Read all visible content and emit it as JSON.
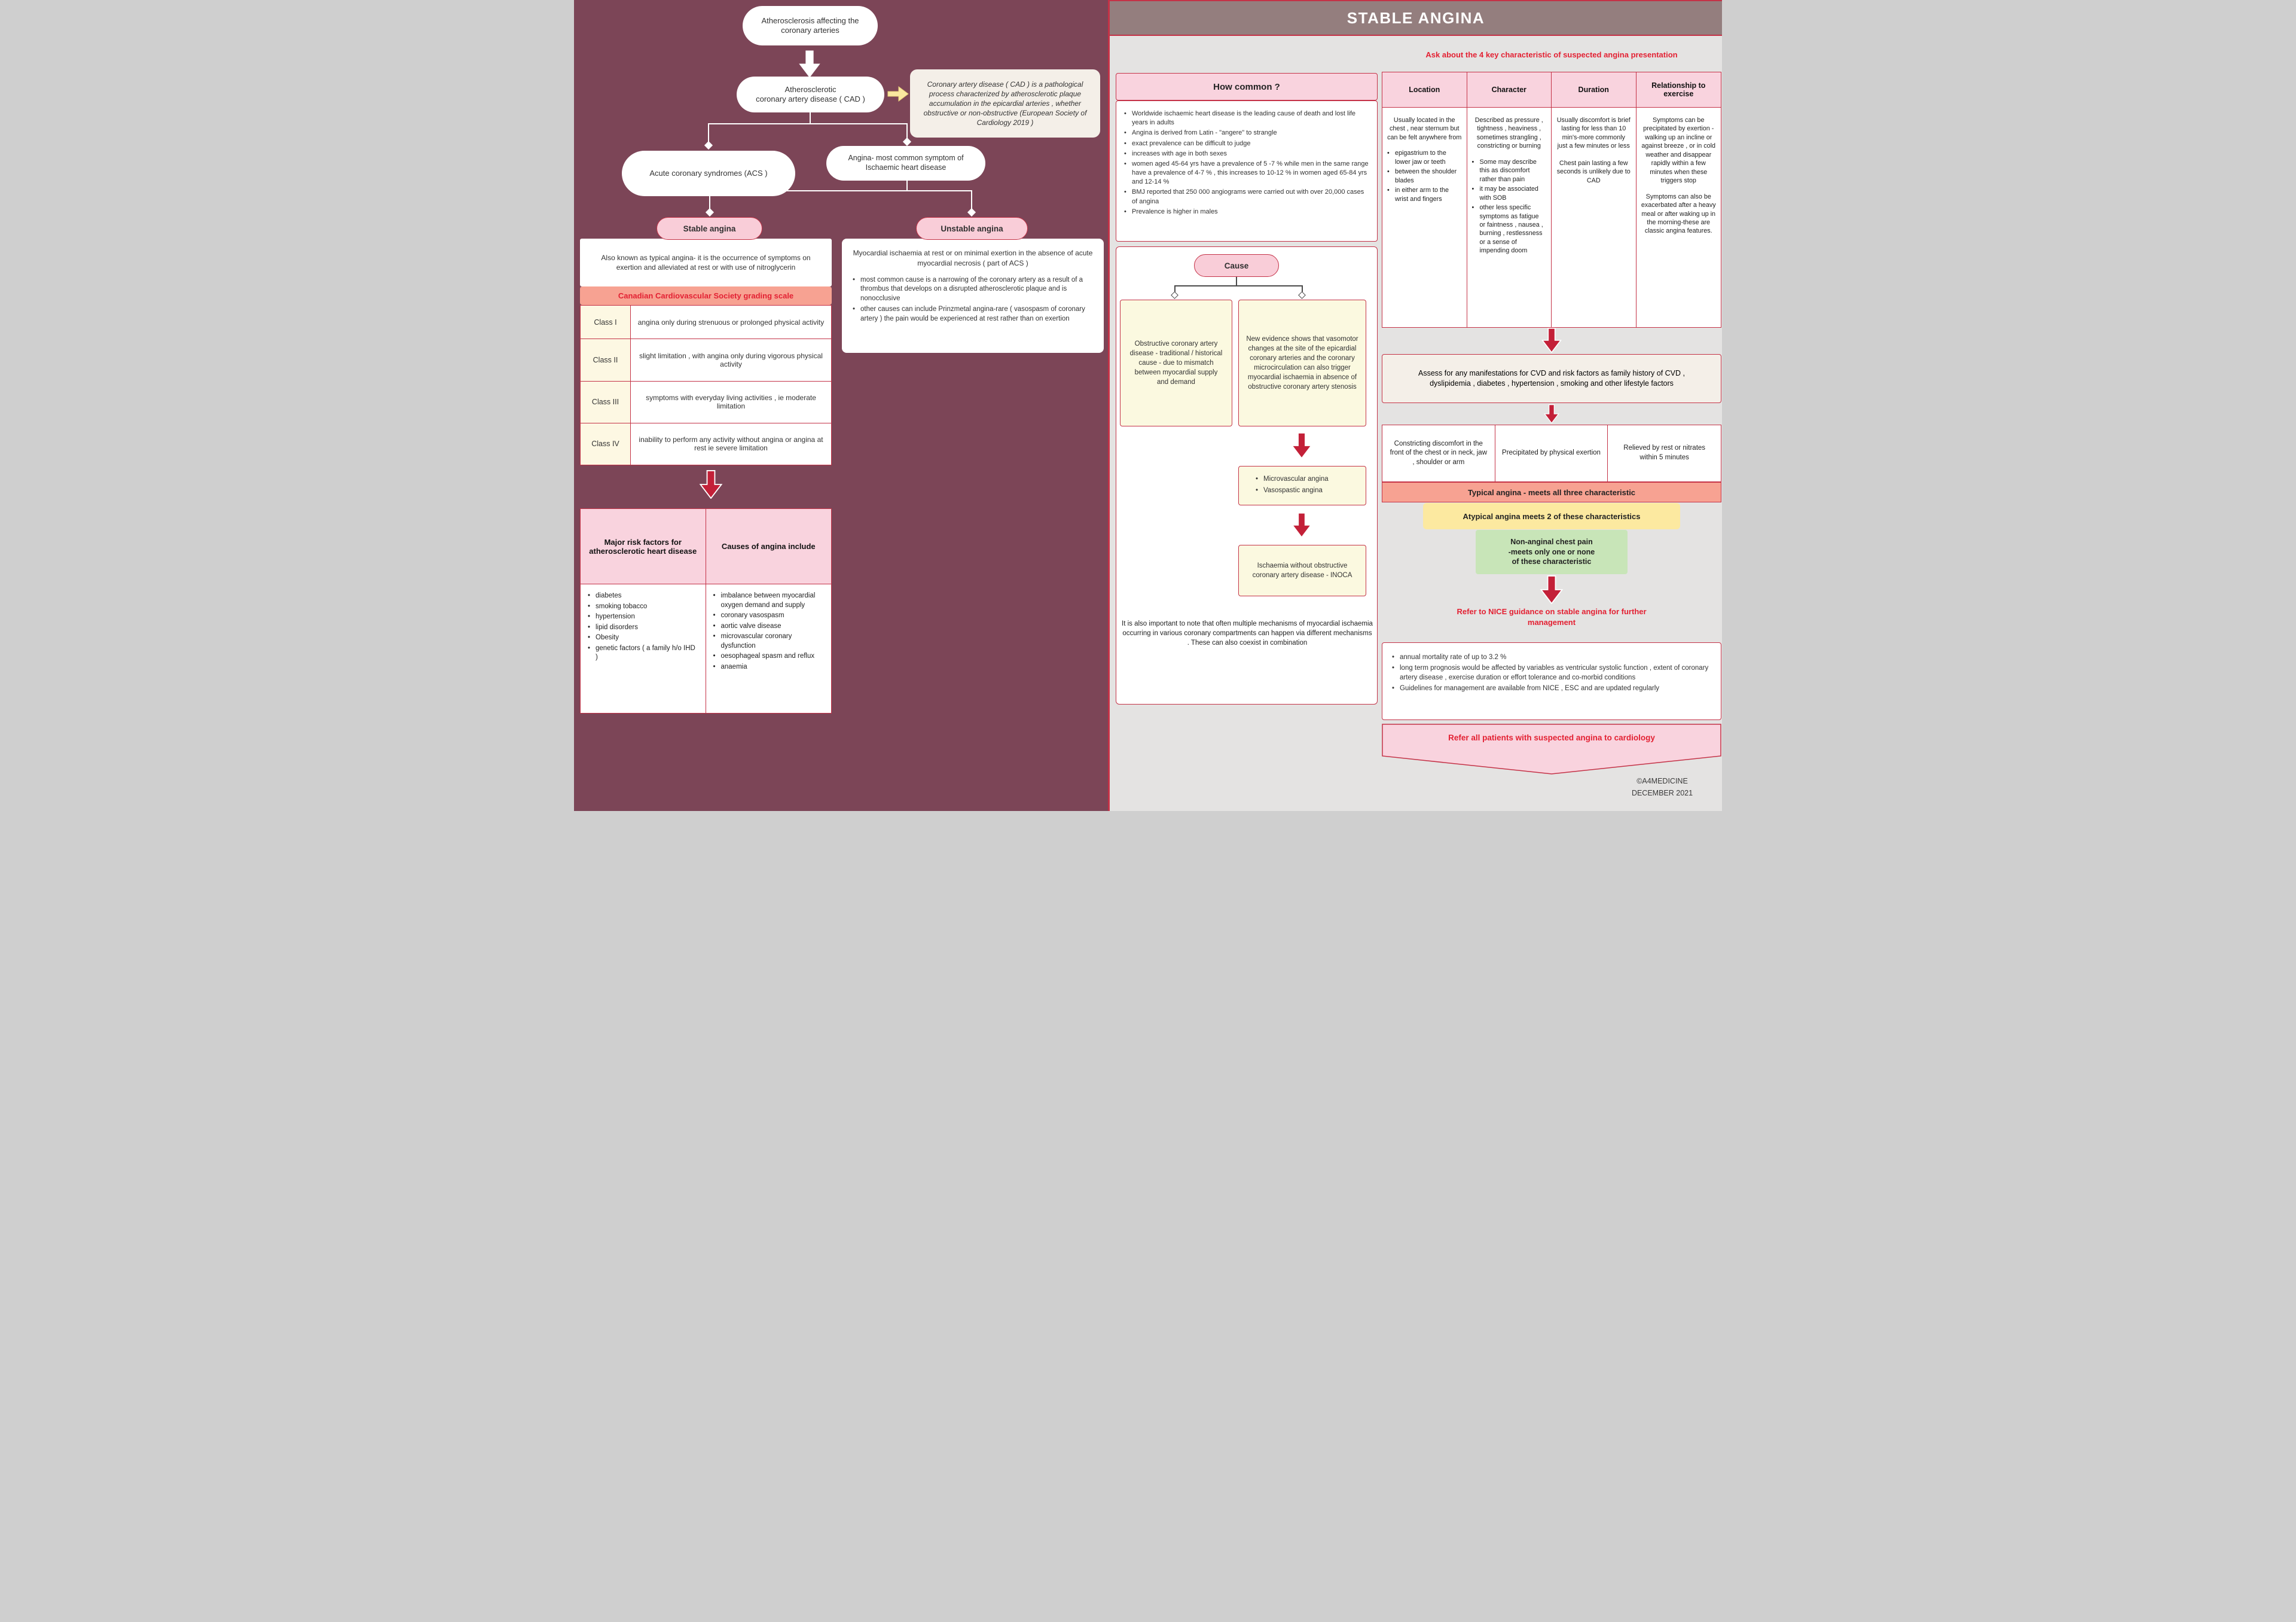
{
  "colors": {
    "left_background": "#7c4557",
    "right_background": "#e4e3e2",
    "header_band": "#947e7e",
    "accent_red": "#c43247",
    "bright_red_text": "#e32133",
    "pink": "#f9d3de",
    "salmon": "#f7a292",
    "pale_yellow": "#fbf9e0",
    "cream": "#f4efe8",
    "green": "#c8e5b8",
    "atypical_yellow": "#fce9a0"
  },
  "left": {
    "flow": {
      "node1": "Atherosclerosis affecting the\ncoronary arteries",
      "node2": "Atherosclerotic\ncoronary artery disease ( CAD )",
      "definition": "Coronary artery disease ( CAD ) is a pathological process characterized by atherosclerotic plaque accumulation in the epicardial arteries , whether obstructive or non-obstructive (European Society of Cardiology 2019 )",
      "acs": "Acute coronary syndromes (ACS )",
      "angina": "Angina- most common symptom of\nIschaemic heart disease",
      "stable_pill": "Stable angina",
      "unstable_pill": "Unstable angina"
    },
    "stable": {
      "intro": "Also known as typical angina- it is the occurrence of symptoms on exertion and alleviated at rest or with use of nitroglycerin",
      "scale_title": "Canadian Cardiovascular Society grading scale",
      "classes": [
        {
          "label": "Class I",
          "desc": "angina only during strenuous or prolonged physical activity"
        },
        {
          "label": "Class II",
          "desc": "slight limitation , with angina only during vigorous physical activity"
        },
        {
          "label": "Class III",
          "desc": "symptoms with everyday living activities , ie moderate limitation"
        },
        {
          "label": "Class IV",
          "desc": "inability to perform any activity without angina or angina at rest ie severe limitation"
        }
      ]
    },
    "unstable": {
      "intro": "Myocardial ischaemia at rest or on minimal exertion in the absence of acute myocardial necrosis ( part of ACS )",
      "bullets": [
        "most common cause is a narrowing of the coronary artery as a result of a thrombus that develops on a disrupted atherosclerotic plaque and is nonocclusive",
        "other causes can include Prinzmetal angina-rare ( vasospasm of coronary artery ) the pain would be experienced at rest rather than on exertion"
      ]
    },
    "risk_table": {
      "header1": "Major risk factors for atherosclerotic heart disease",
      "header2": "Causes of angina include",
      "col1": [
        "diabetes",
        "smoking tobacco",
        "hypertension",
        "lipid disorders",
        "Obesity",
        "genetic factors ( a family h/o IHD )"
      ],
      "col2": [
        "imbalance between myocardial oxygen demand and supply",
        "coronary vasospasm",
        "aortic valve disease",
        "microvascular coronary dysfunction",
        "oesophageal spasm and reflux",
        "anaemia"
      ]
    }
  },
  "right": {
    "title": "STABLE ANGINA",
    "subtitle": "Ask about the 4 key characteristic of suspected angina presentation",
    "how_common": {
      "title": "How common ?",
      "bullets": [
        "Worldwide ischaemic heart disease is the leading cause of death and lost life years in adults",
        "Angina is derived from Latin - \"angere\" to strangle",
        "exact prevalence can be difficult to judge",
        "increases with age in both sexes",
        "women aged 45-64 yrs have a prevalence of 5 -7 % while men in the same range have a prevalence of 4-7 % , this increases to 10-12 % in women aged 65-84 yrs and 12-14 %",
        "BMJ reported that 250 000 angiograms were carried out with over 20,000 cases of angina",
        "Prevalence is higher in males"
      ]
    },
    "cause": {
      "pill": "Cause",
      "box1": "Obstructive coronary artery disease - traditional / historical cause - due to mismatch between myocardial supply and demand",
      "box2": "New evidence shows that vasomotor changes at the site of the epicardial coronary arteries and the coronary microcirculation can also trigger myocardial ischaemia in absence of obstructive coronary artery stenosis",
      "box3_bullets": [
        "Microvascular angina",
        "Vasospastic angina"
      ],
      "box4": "Ischaemia without obstructive coronary artery disease - INOCA",
      "note": "It is also important to note that often multiple mechanisms of myocardial ischaemia occurring in various coronary compartments can happen via different mechanisms . These can also coexist in combination"
    },
    "characteristics": {
      "columns": [
        {
          "header": "Location",
          "intro": "Usually located in the chest , near sternum but can be felt anywhere from",
          "bullets": [
            "epigastrium to the lower jaw or teeth",
            "between the shoulder blades",
            "in either arm to the wrist and fingers"
          ]
        },
        {
          "header": "Character",
          "intro": "Described as pressure , tightness , heaviness , sometimes strangling , constricting or burning",
          "bullets": [
            "Some may describe this as discomfort rather than pain",
            "it may be associated with SOB",
            "other less specific symptoms as fatigue or faintness , nausea , burning , restlessness or a sense of impending doom"
          ]
        },
        {
          "header": "Duration",
          "para1": "Usually discomfort is brief lasting for less than 10 min's-more commonly just a few minutes or less",
          "para2": "Chest pain lasting a few seconds is unlikely due to CAD"
        },
        {
          "header": "Relationship to exercise",
          "para1": "Symptoms can be precipitated by exertion -walking up an incline or against breeze , or in cold weather and disappear rapidly within a few minutes when these triggers stop",
          "para2": "Symptoms can also be exacerbated after a heavy meal or after waking up in the morning-these are classic angina features."
        }
      ]
    },
    "assess": "Assess for any manifestations for CVD and risk factors as family history of CVD , dyslipidemia , diabetes , hypertension , smoking and other lifestyle factors",
    "three_boxes": [
      "Constricting discomfort in the front of the chest or in neck, jaw , shoulder or arm",
      "Precipitated by physical exertion",
      "Relieved by rest or nitrates within 5 minutes"
    ],
    "typical": "Typical angina - meets all three characteristic",
    "atypical": "Atypical angina meets 2 of these characteristics",
    "non_anginal": "Non-anginal chest pain\n-meets only one or none\nof these characteristic",
    "nice": "Refer to NICE guidance on stable angina for further management",
    "prognosis_bullets": [
      "annual mortality rate of up to 3.2 %",
      "long term prognosis would be affected by variables as ventricular systolic function , extent of coronary artery disease , exercise duration or effort  tolerance and co-morbid conditions",
      "Guidelines for management are available from NICE , ESC and are updated regularly"
    ],
    "refer_all": "Refer all patients with suspected angina to cardiology",
    "credit_line1": "©A4MEDICINE",
    "credit_line2": "DECEMBER 2021"
  }
}
